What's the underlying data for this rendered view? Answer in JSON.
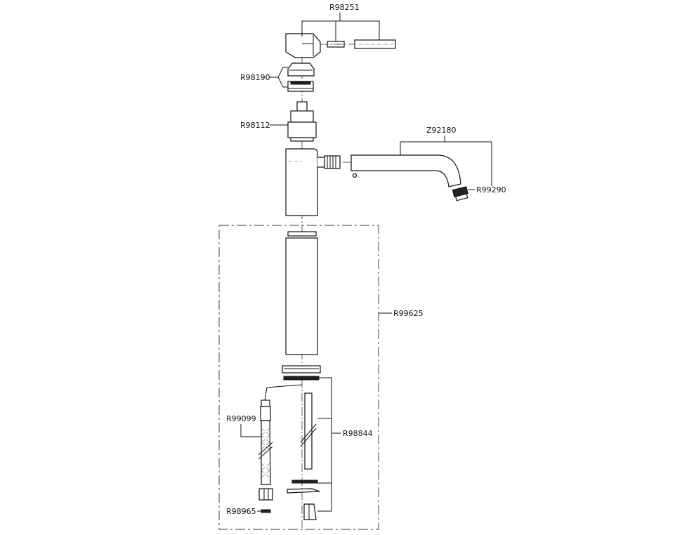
{
  "diagram": {
    "parts": [
      {
        "id": "handle",
        "code": "R98251"
      },
      {
        "id": "trim-ring",
        "code": "R98190"
      },
      {
        "id": "cartridge",
        "code": "R98112"
      },
      {
        "id": "spout",
        "code": "Z92180"
      },
      {
        "id": "aerator",
        "code": "R99290"
      },
      {
        "id": "body-kit",
        "code": "R99625"
      },
      {
        "id": "mounting-kit",
        "code": "R98844"
      },
      {
        "id": "flex-hose",
        "code": "R99099"
      },
      {
        "id": "hose-washer",
        "code": "R98965"
      }
    ]
  }
}
